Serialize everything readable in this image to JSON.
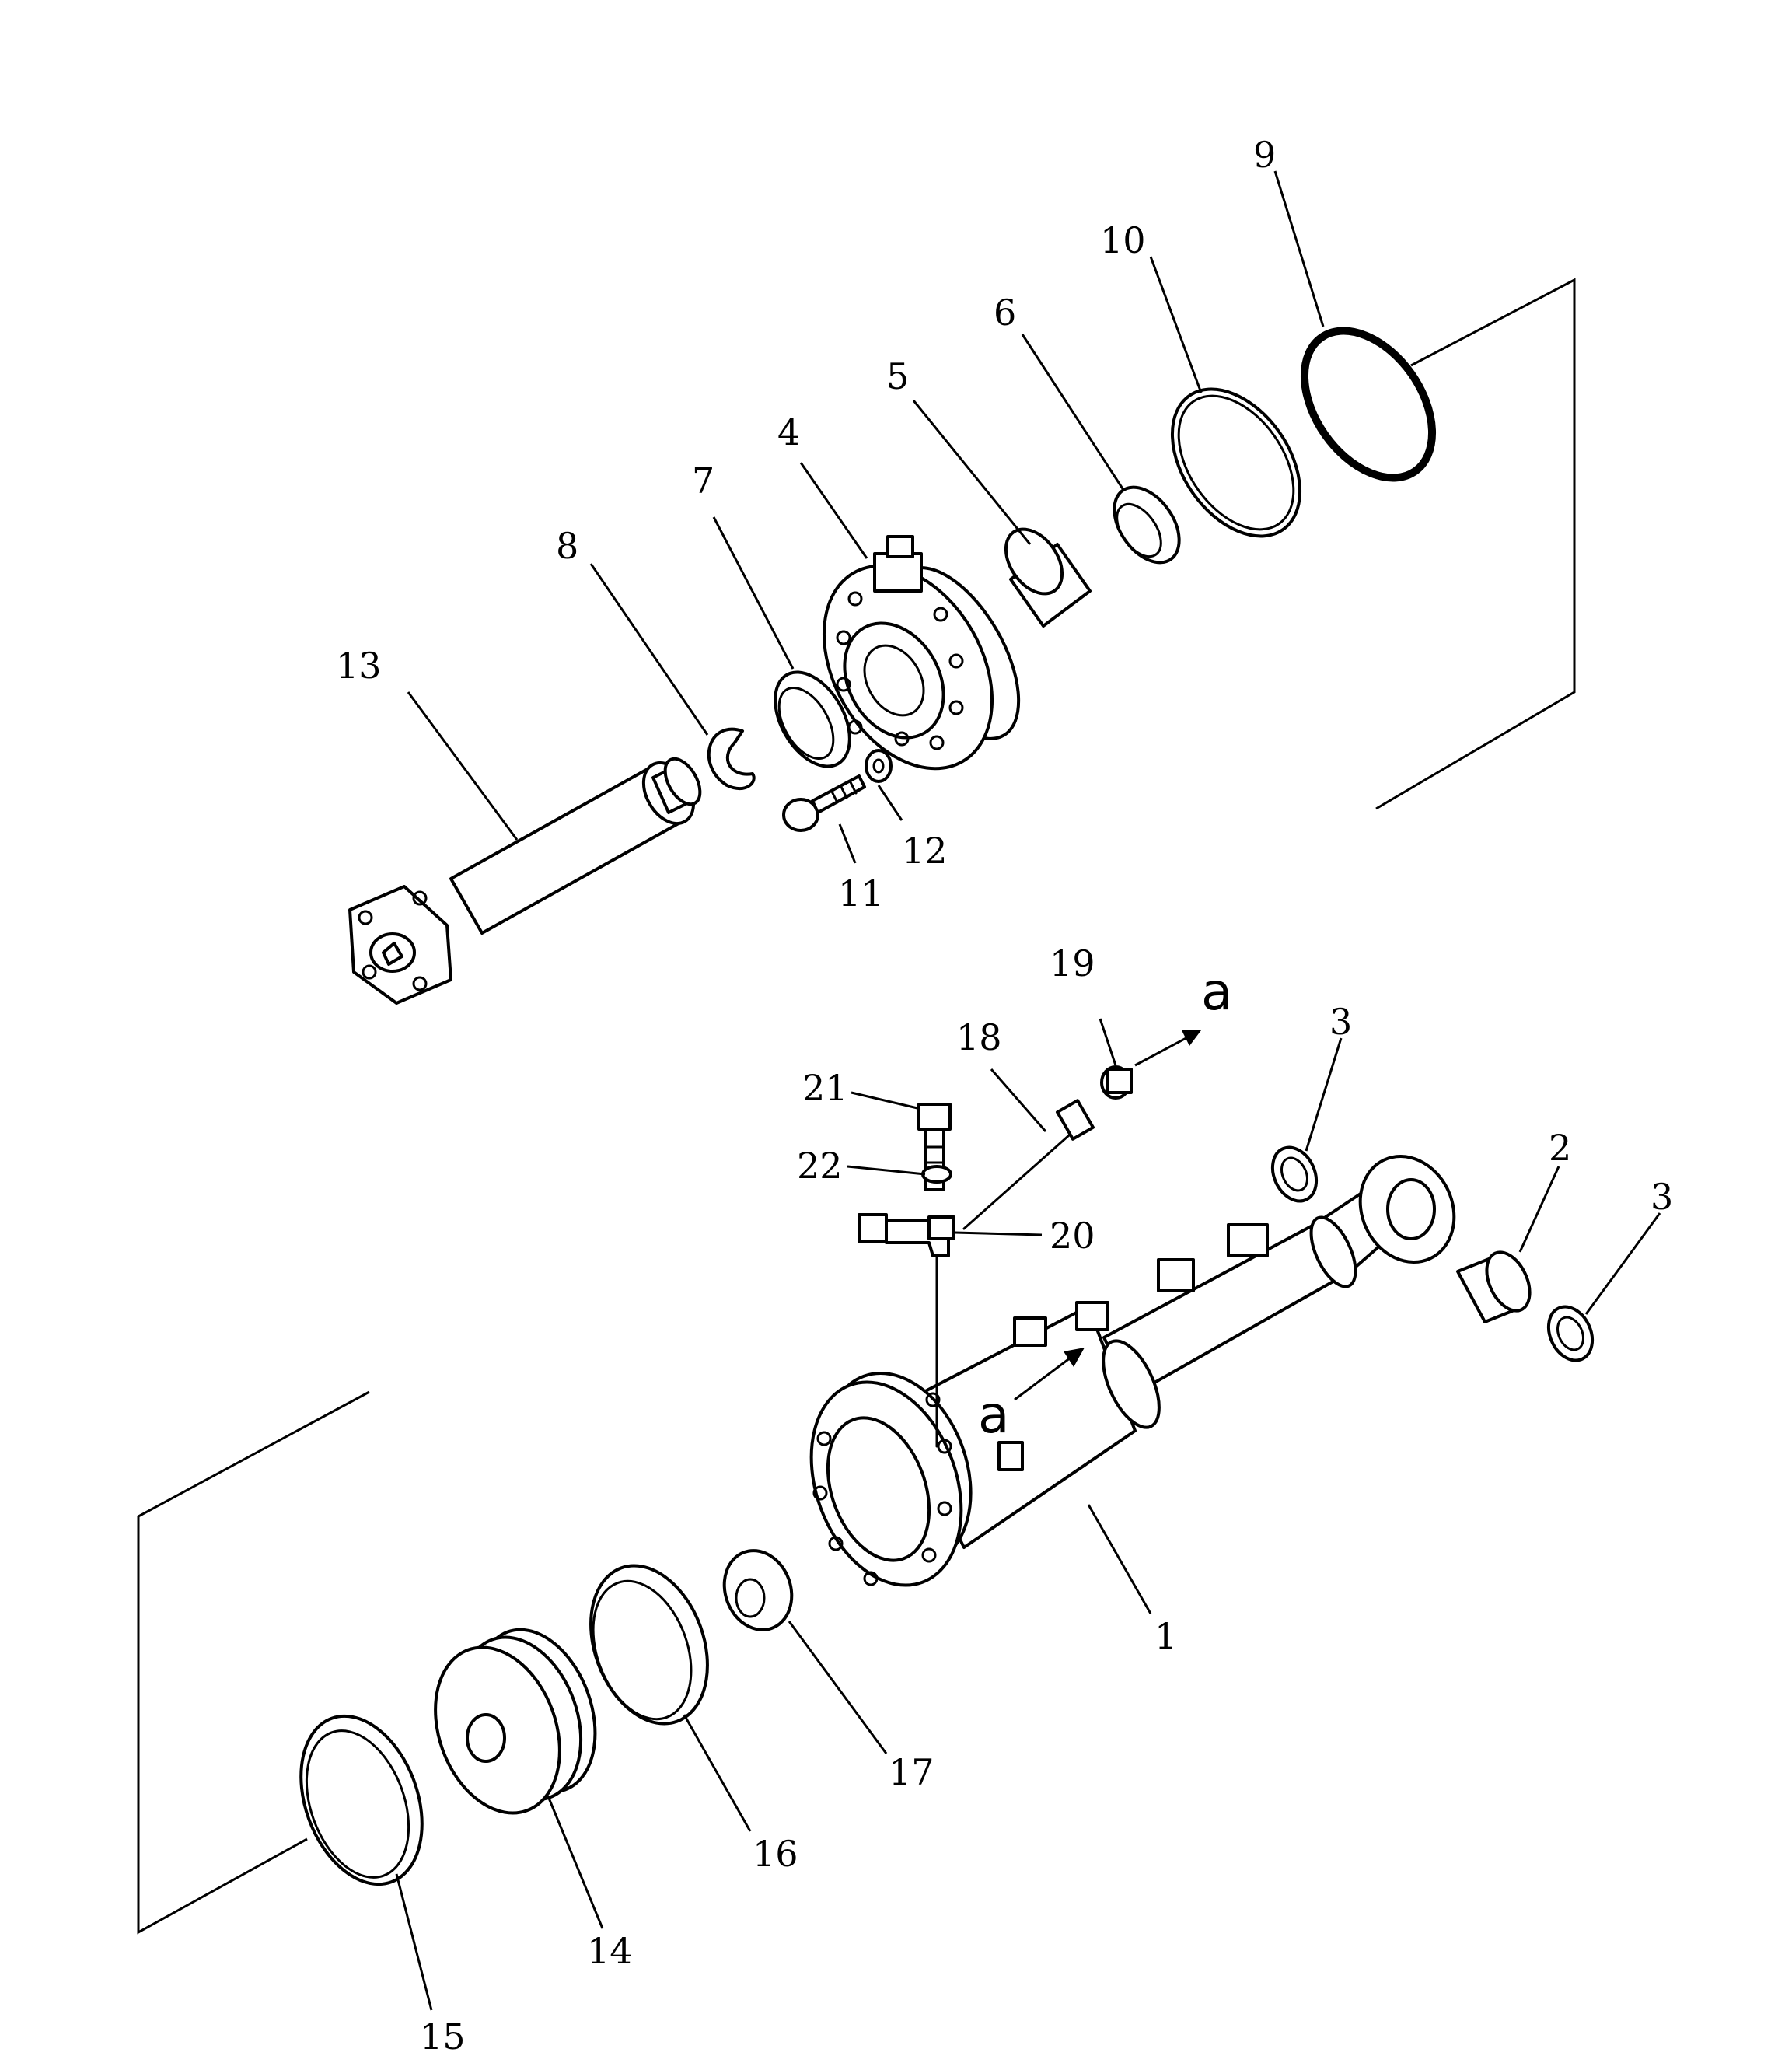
{
  "figure": {
    "callouts": {
      "c1": "1",
      "c2": "2",
      "c3a": "3",
      "c3b": "3",
      "c4": "4",
      "c5": "5",
      "c6": "6",
      "c7": "7",
      "c8": "8",
      "c9": "9",
      "c10": "10",
      "c11": "11",
      "c12": "12",
      "c13": "13",
      "c14": "14",
      "c15": "15",
      "c16": "16",
      "c17": "17",
      "c18": "18",
      "c19": "19",
      "c20": "20",
      "c21": "21",
      "c22": "22"
    },
    "markers": {
      "a_top": "a",
      "a_body": "a"
    }
  }
}
